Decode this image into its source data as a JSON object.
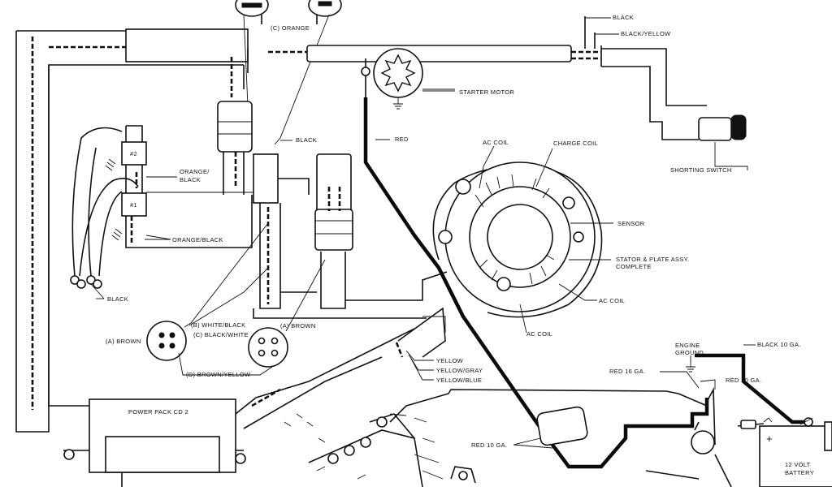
{
  "labels": {
    "c_orange": "(C) ORANGE",
    "black_top": "BLACK",
    "black_yellow": "BLACK/YELLOW",
    "starter_motor": "STARTER MOTOR",
    "red": "RED",
    "black_mid": "BLACK",
    "ac_coil_1": "AC COIL",
    "charge_coil": "CHARGE COIL",
    "shorting_switch": "SHORTING SWITCH",
    "coil_2": "#2",
    "coil_1": "#1",
    "orange_black_1_line1": "ORANGE/",
    "orange_black_1_line2": "BLACK",
    "sensor": "SENSOR",
    "orange_black_2": "ORANGE/BLACK",
    "stator_line1": "STATOR & PLATE ASSY.",
    "stator_line2": "COMPLETE",
    "black_left": "BLACK",
    "ac_coil_2": "AC COIL",
    "white_black": "(B) WHITE/BLACK",
    "brown_right": "(A) BROWN",
    "brown_left": "(A) BROWN",
    "black_white": "(C) BLACK/WHITE",
    "ac_coil_3": "AC COIL",
    "brown_yellow": "(D) BROWN/YELLOW",
    "engine_ground_line1": "ENGINE",
    "engine_ground_line2": "GROUND",
    "black_10": "BLACK 10 GA.",
    "yellow": "YELLOW",
    "yellow_gray": "YELLOW/GRAY",
    "yellow_blue": "YELLOW/BLUE",
    "red_16": "RED 16 GA.",
    "red_10_right": "RED 10 GA.",
    "power_pack": "POWER PACK CD 2",
    "red_10_left": "RED 10 GA.",
    "battery_line1": "12 VOLT",
    "battery_line2": "BATTERY",
    "plus": "+"
  }
}
